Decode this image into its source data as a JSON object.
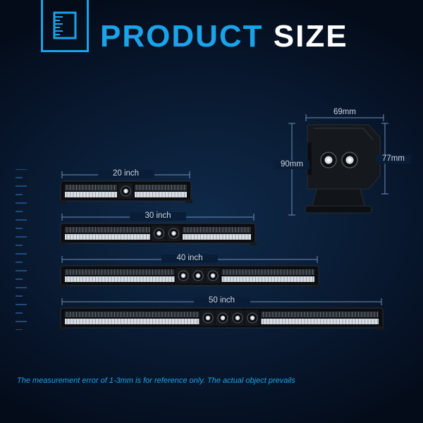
{
  "header": {
    "title_accent": "PRODUCT",
    "title_white": "SIZE",
    "logo_icon": "ruler-icon"
  },
  "colors": {
    "accent": "#1aa3e8",
    "background": "#081a30",
    "bar_body": "#111418",
    "dimension_line": "#6f8fb8"
  },
  "side_view": {
    "width_label": "69mm",
    "height_label": "90mm",
    "body_height_label": "77mm"
  },
  "bars": [
    {
      "label": "20 inch",
      "inches": 20,
      "lens_count": 1
    },
    {
      "label": "30 inch",
      "inches": 30,
      "lens_count": 2
    },
    {
      "label": "40 inch",
      "inches": 40,
      "lens_count": 3
    },
    {
      "label": "50 inch",
      "inches": 50,
      "lens_count": 4
    }
  ],
  "footer": {
    "note": "The measurement error of 1-3mm is for reference only. The actual object prevails"
  }
}
